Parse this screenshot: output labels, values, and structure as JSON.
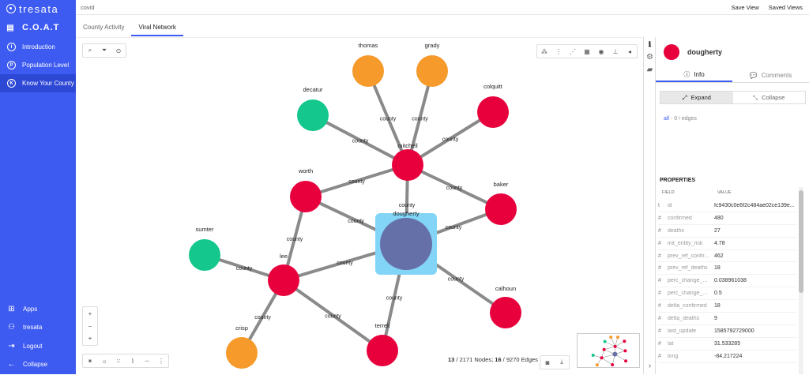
{
  "brand": {
    "name": "tresata",
    "app": "C.O.A.T"
  },
  "nav": [
    {
      "letter": "I",
      "label": "Introduction",
      "active": false
    },
    {
      "letter": "P",
      "label": "Population Level",
      "active": false
    },
    {
      "letter": "K",
      "label": "Know Your County",
      "active": true
    }
  ],
  "bottom_nav": [
    {
      "icon": "apps-grid-icon",
      "glyph": "⊞",
      "label": "Apps"
    },
    {
      "icon": "user-icon",
      "glyph": "⚇",
      "label": "tresata"
    },
    {
      "icon": "logout-icon",
      "glyph": "⇥",
      "label": "Logout"
    },
    {
      "icon": "collapse-arrow-icon",
      "glyph": "←",
      "label": "Collapse"
    }
  ],
  "topbar": {
    "breadcrumb": "covid",
    "save_view": "Save View",
    "saved_views": "Saved Views"
  },
  "tabs": [
    {
      "label": "County Activity",
      "active": false
    },
    {
      "label": "Viral Network",
      "active": true
    }
  ],
  "colors": {
    "red": "#e8003d",
    "orange": "#f59a2b",
    "green": "#14c78d",
    "blue": "#6670a8",
    "select": "#82d5f7",
    "accent": "#3d5af1"
  },
  "graph": {
    "nodes": [
      {
        "id": "thomas",
        "label": "thomas",
        "color": "orange"
      },
      {
        "id": "grady",
        "label": "grady",
        "color": "orange"
      },
      {
        "id": "decatur",
        "label": "decatur",
        "color": "green"
      },
      {
        "id": "colquitt",
        "label": "colquitt",
        "color": "red"
      },
      {
        "id": "mitchell",
        "label": "mitchell",
        "color": "red"
      },
      {
        "id": "worth",
        "label": "worth",
        "color": "red"
      },
      {
        "id": "baker",
        "label": "baker",
        "color": "red"
      },
      {
        "id": "dougherty",
        "label": "dougherty",
        "color": "blue",
        "selected": true
      },
      {
        "id": "sumter",
        "label": "sumter",
        "color": "green"
      },
      {
        "id": "lee",
        "label": "lee",
        "color": "red"
      },
      {
        "id": "calhoun",
        "label": "calhoun",
        "color": "red"
      },
      {
        "id": "crisp",
        "label": "crisp",
        "color": "orange"
      },
      {
        "id": "terrell",
        "label": "terrell",
        "color": "red"
      }
    ],
    "edges": [
      {
        "s": "mitchell",
        "t": "thomas",
        "label": "county"
      },
      {
        "s": "mitchell",
        "t": "grady",
        "label": "county"
      },
      {
        "s": "mitchell",
        "t": "decatur",
        "label": "county"
      },
      {
        "s": "mitchell",
        "t": "colquitt",
        "label": "county"
      },
      {
        "s": "mitchell",
        "t": "worth",
        "label": "county"
      },
      {
        "s": "mitchell",
        "t": "baker",
        "label": "county"
      },
      {
        "s": "mitchell",
        "t": "dougherty",
        "label": "county"
      },
      {
        "s": "worth",
        "t": "dougherty",
        "label": "county"
      },
      {
        "s": "worth",
        "t": "lee",
        "label": "county"
      },
      {
        "s": "dougherty",
        "t": "baker",
        "label": "county"
      },
      {
        "s": "dougherty",
        "t": "lee",
        "label": "county"
      },
      {
        "s": "dougherty",
        "t": "calhoun",
        "label": "county"
      },
      {
        "s": "dougherty",
        "t": "terrell",
        "label": "county"
      },
      {
        "s": "lee",
        "t": "sumter",
        "label": "county"
      },
      {
        "s": "lee",
        "t": "crisp",
        "label": "county"
      },
      {
        "s": "lee",
        "t": "terrell",
        "label": "county"
      }
    ]
  },
  "status": {
    "nodes_shown": "13",
    "nodes_total": "2171",
    "nodes_label": "Nodes;",
    "edges_shown": "16",
    "edges_total": "9270",
    "edges_label": "Edges"
  },
  "panel": {
    "node_name": "dougherty",
    "tab_info": "Info",
    "tab_comments": "Comments",
    "expand": "Expand",
    "collapse": "Collapse",
    "edges_all": "all",
    "edges_count": "0",
    "edges_label": "edges",
    "properties_title": "PROPERTIES",
    "col_field": "FIELD",
    "col_value": "VALUE",
    "properties": [
      {
        "type": "t",
        "field": "id",
        "value": "fc9430c0e6f2c484ae02ce139e..."
      },
      {
        "type": "#",
        "field": "confirmed",
        "value": "480"
      },
      {
        "type": "#",
        "field": "deaths",
        "value": "27"
      },
      {
        "type": "#",
        "field": "init_entity_risk",
        "value": "4.78"
      },
      {
        "type": "#",
        "field": "prev_ref_confir...",
        "value": "462"
      },
      {
        "type": "#",
        "field": "prev_ref_deaths",
        "value": "18"
      },
      {
        "type": "#",
        "field": "perc_change_...",
        "value": "0.038961038"
      },
      {
        "type": "#",
        "field": "perc_change_...",
        "value": "0.5"
      },
      {
        "type": "#",
        "field": "delta_confirmed",
        "value": "18"
      },
      {
        "type": "#",
        "field": "delta_deaths",
        "value": "9"
      },
      {
        "type": "#",
        "field": "last_update",
        "value": "1585792729000"
      },
      {
        "type": "#",
        "field": "lat",
        "value": "31.533285"
      },
      {
        "type": "#",
        "field": "long",
        "value": "-84.217224"
      }
    ]
  }
}
